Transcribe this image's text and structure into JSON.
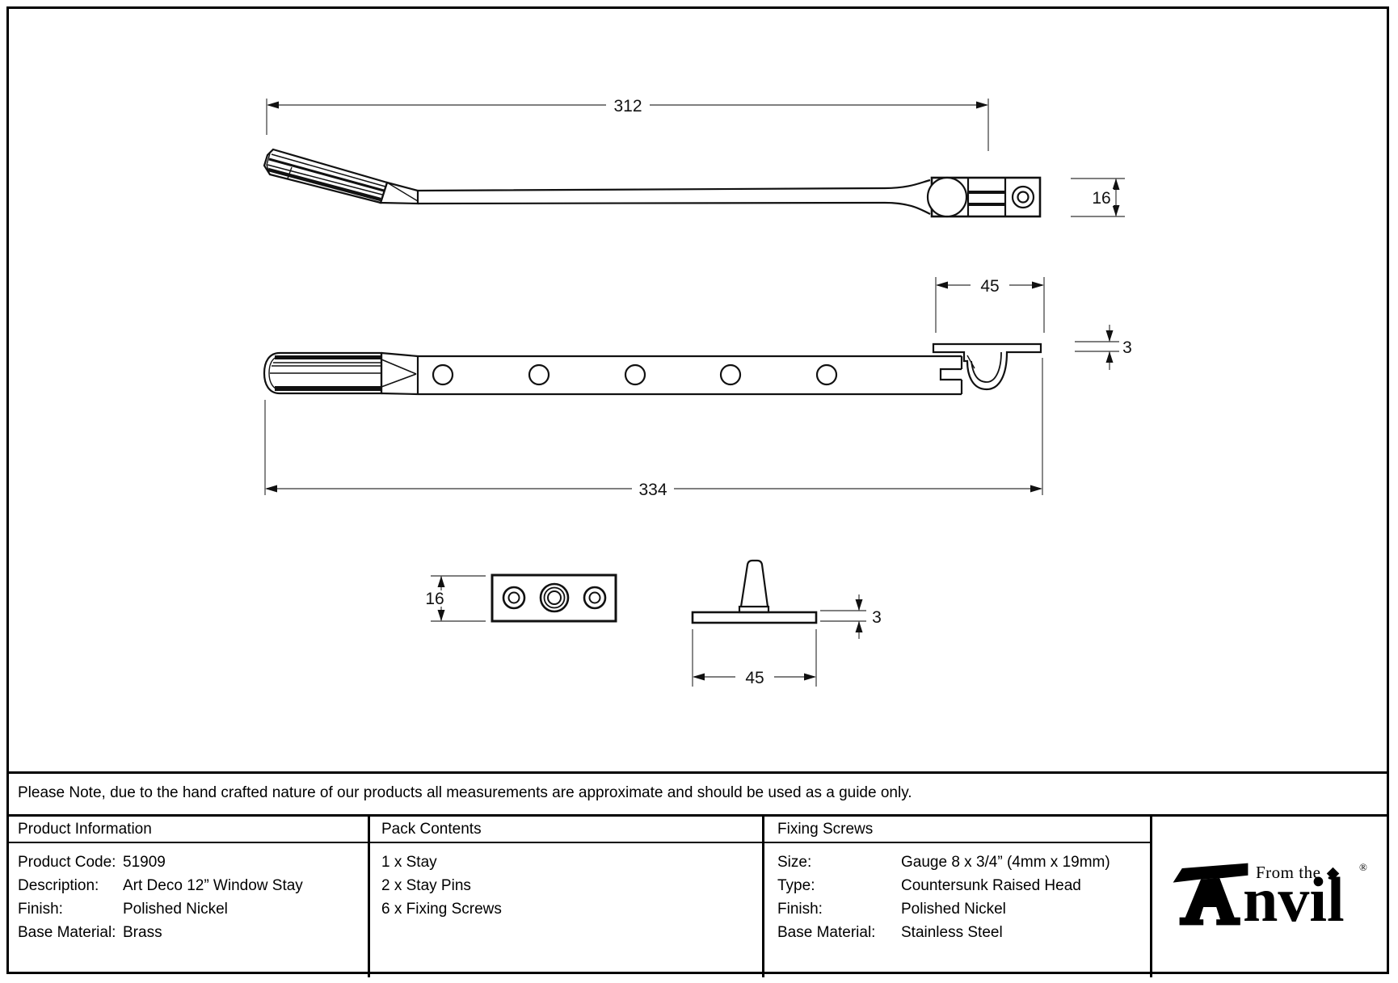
{
  "note": {
    "text": "Please Note, due to the hand crafted nature of our products all measurements are approximate and should be used as a guide only."
  },
  "drawing": {
    "dims": {
      "side_length": "312",
      "side_end_height": "16",
      "keeper_width": "45",
      "keeper_thickness": "3",
      "plan_length": "334",
      "plate_height": "16",
      "pin_base_width": "45",
      "pin_base_thickness": "3"
    }
  },
  "table": {
    "product_information": {
      "title": "Product Information",
      "rows": [
        {
          "label": "Product Code:",
          "value": "51909"
        },
        {
          "label": "Description:",
          "value": "Art Deco 12” Window Stay"
        },
        {
          "label": "Finish:",
          "value": "Polished Nickel"
        },
        {
          "label": "Base Material:",
          "value": "Brass"
        }
      ]
    },
    "pack_contents": {
      "title": "Pack Contents",
      "items": [
        "1 x Stay",
        "2 x Stay Pins",
        "6 x Fixing Screws"
      ]
    },
    "fixing_screws": {
      "title": "Fixing Screws",
      "rows": [
        {
          "label": "Size:",
          "value": "Gauge 8 x 3/4” (4mm x 19mm)"
        },
        {
          "label": "Type:",
          "value": "Countersunk Raised Head"
        },
        {
          "label": "Finish:",
          "value": "Polished Nickel"
        },
        {
          "label": "Base Material:",
          "value": "Stainless Steel"
        }
      ]
    }
  },
  "logo": {
    "from_the": "From the",
    "brand_suffix": "nvil",
    "registered": "®"
  }
}
